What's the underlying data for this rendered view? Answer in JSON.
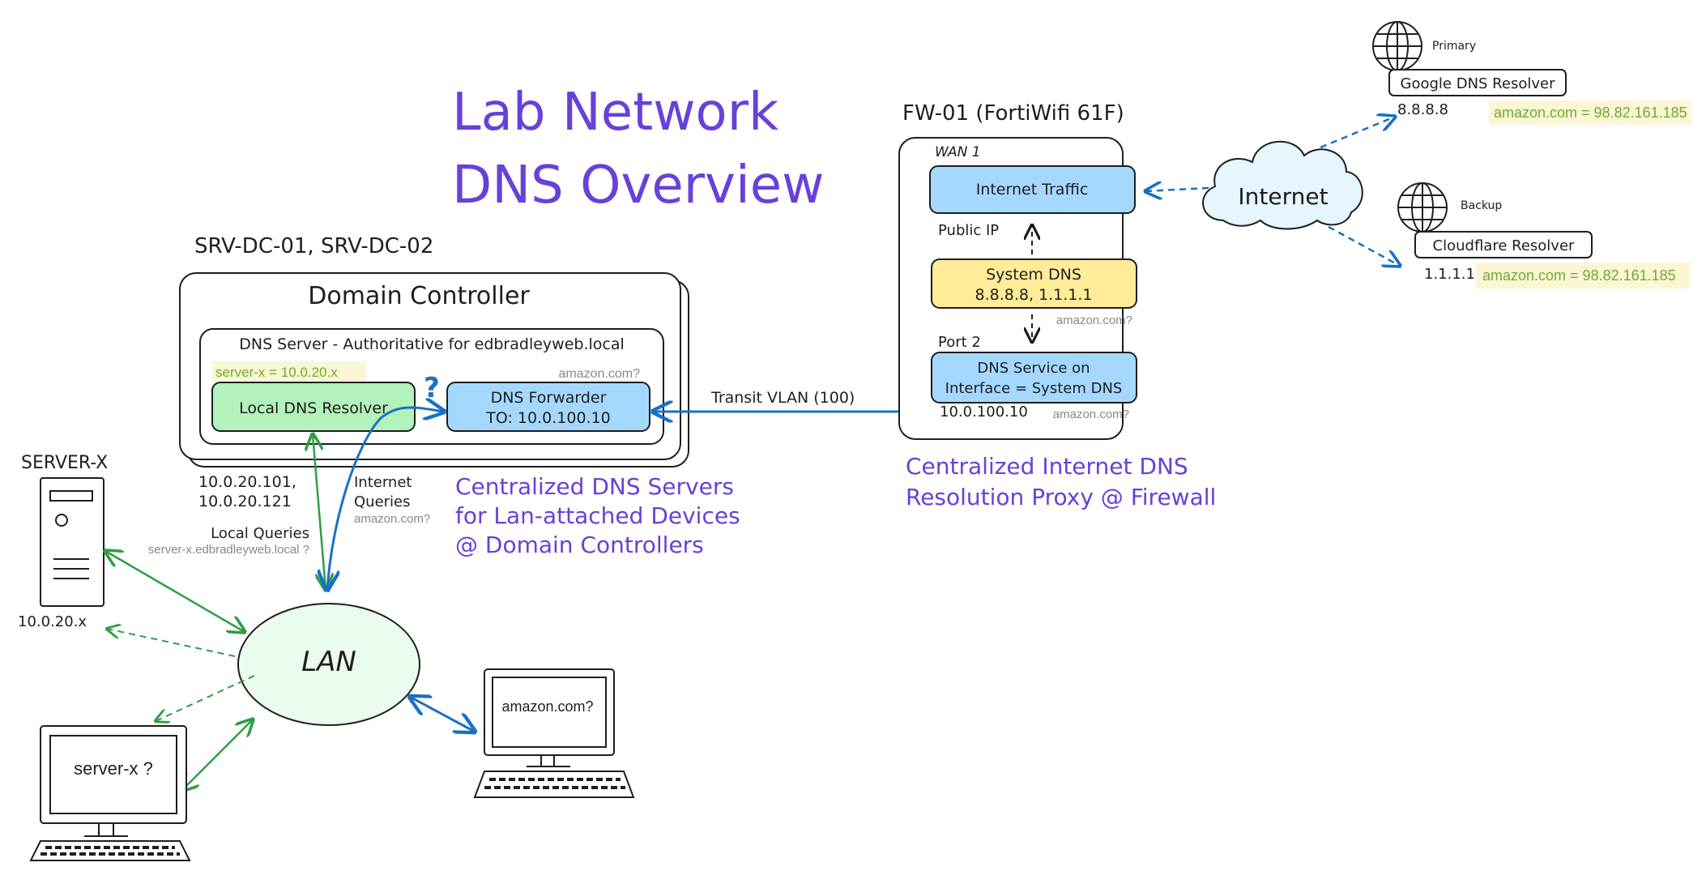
{
  "title": {
    "line1": "Lab Network",
    "line2": "DNS Overview"
  },
  "dc": {
    "hosts_label": "SRV-DC-01, SRV-DC-02",
    "box_title": "Domain Controller",
    "dns_server_label": "DNS Server - Authoritative for edbradleyweb.local",
    "record_note": "server-x = 10.0.20.x",
    "forwarder_query": "amazon.com?",
    "local_resolver": "Local DNS Resolver",
    "question_mark": "?",
    "forwarder_line1": "DNS Forwarder",
    "forwarder_line2": "TO: 10.0.100.10",
    "ips_line1": "10.0.20.101,",
    "ips_line2": "10.0.20.121",
    "internet_queries_line1": "Internet",
    "internet_queries_line2": "Queries",
    "internet_queries_note": "amazon.com?",
    "local_queries": "Local Queries",
    "local_queries_note": "server-x.edbradleyweb.local ?",
    "caption_line1": "Centralized DNS Servers",
    "caption_line2": "for Lan-attached Devices",
    "caption_line3": "@ Domain Controllers"
  },
  "transit": {
    "label": "Transit VLAN (100)"
  },
  "fw": {
    "title": "FW-01 (FortiWifi 61F)",
    "wan_label": "WAN 1",
    "internet_traffic": "Internet Traffic",
    "public_ip": "Public IP",
    "system_dns_line1": "System DNS",
    "system_dns_line2": "8.8.8.8, 1.1.1.1",
    "system_dns_query": "amazon.com?",
    "port_label": "Port 2",
    "dns_service_line1": "DNS Service on",
    "dns_service_line2": "Interface = System DNS",
    "port_ip": "10.0.100.10",
    "port_query": "amazon.com?",
    "caption_line1": "Centralized Internet DNS",
    "caption_line2": "Resolution Proxy @ Firewall"
  },
  "internet": {
    "label": "Internet"
  },
  "google": {
    "role": "Primary",
    "name": "Google DNS Resolver",
    "ip": "8.8.8.8",
    "answer": "amazon.com = 98.82.161.185"
  },
  "cloudflare": {
    "role": "Backup",
    "name": "Cloudflare Resolver",
    "ip": "1.1.1.1",
    "answer": "amazon.com = 98.82.161.185"
  },
  "server_x": {
    "label": "SERVER-X",
    "ip": "10.0.20.x"
  },
  "lan": {
    "label": "LAN"
  },
  "client_left": {
    "screen_text": "server-x ?"
  },
  "client_right": {
    "screen_text": "amazon.com?"
  },
  "colors": {
    "title_purple": "#6741d9",
    "green_box": "#b2f2bb",
    "blue_box": "#a5d8ff",
    "yellow_box": "#ffec99",
    "lan_fill": "#ebfbee",
    "cloud_fill": "#e7f5ff",
    "green_arrow": "#2f9e44",
    "blue_arrow": "#1971c2",
    "note_bg": "#fbf6d4"
  }
}
